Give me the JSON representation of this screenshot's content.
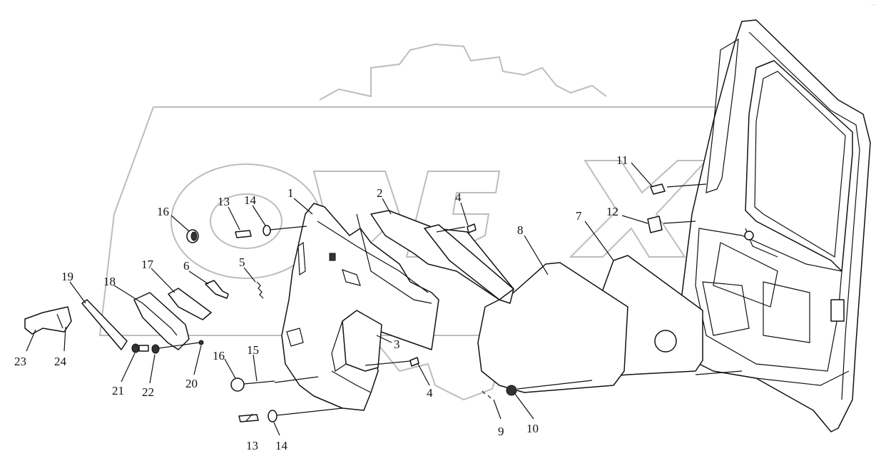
{
  "corner_mark": "...",
  "callouts": [
    {
      "id": "c1",
      "text": "1"
    },
    {
      "id": "c2",
      "text": "2"
    },
    {
      "id": "c3",
      "text": "3"
    },
    {
      "id": "c4a",
      "text": "4"
    },
    {
      "id": "c4b",
      "text": "4"
    },
    {
      "id": "c5",
      "text": "5"
    },
    {
      "id": "c6",
      "text": "6"
    },
    {
      "id": "c7",
      "text": "7"
    },
    {
      "id": "c8",
      "text": "8"
    },
    {
      "id": "c9",
      "text": "9"
    },
    {
      "id": "c10",
      "text": "10"
    },
    {
      "id": "c11",
      "text": "11"
    },
    {
      "id": "c12",
      "text": "12"
    },
    {
      "id": "c13a",
      "text": "13"
    },
    {
      "id": "c13b",
      "text": "13"
    },
    {
      "id": "c14a",
      "text": "14"
    },
    {
      "id": "c14b",
      "text": "14"
    },
    {
      "id": "c15",
      "text": "15"
    },
    {
      "id": "c16a",
      "text": "16"
    },
    {
      "id": "c16b",
      "text": "16"
    },
    {
      "id": "c17",
      "text": "17"
    },
    {
      "id": "c18",
      "text": "18"
    },
    {
      "id": "c19",
      "text": "19"
    },
    {
      "id": "c20",
      "text": "20"
    },
    {
      "id": "c21",
      "text": "21"
    },
    {
      "id": "c22",
      "text": "22"
    },
    {
      "id": "c23",
      "text": "23"
    },
    {
      "id": "c24",
      "text": "24"
    }
  ]
}
